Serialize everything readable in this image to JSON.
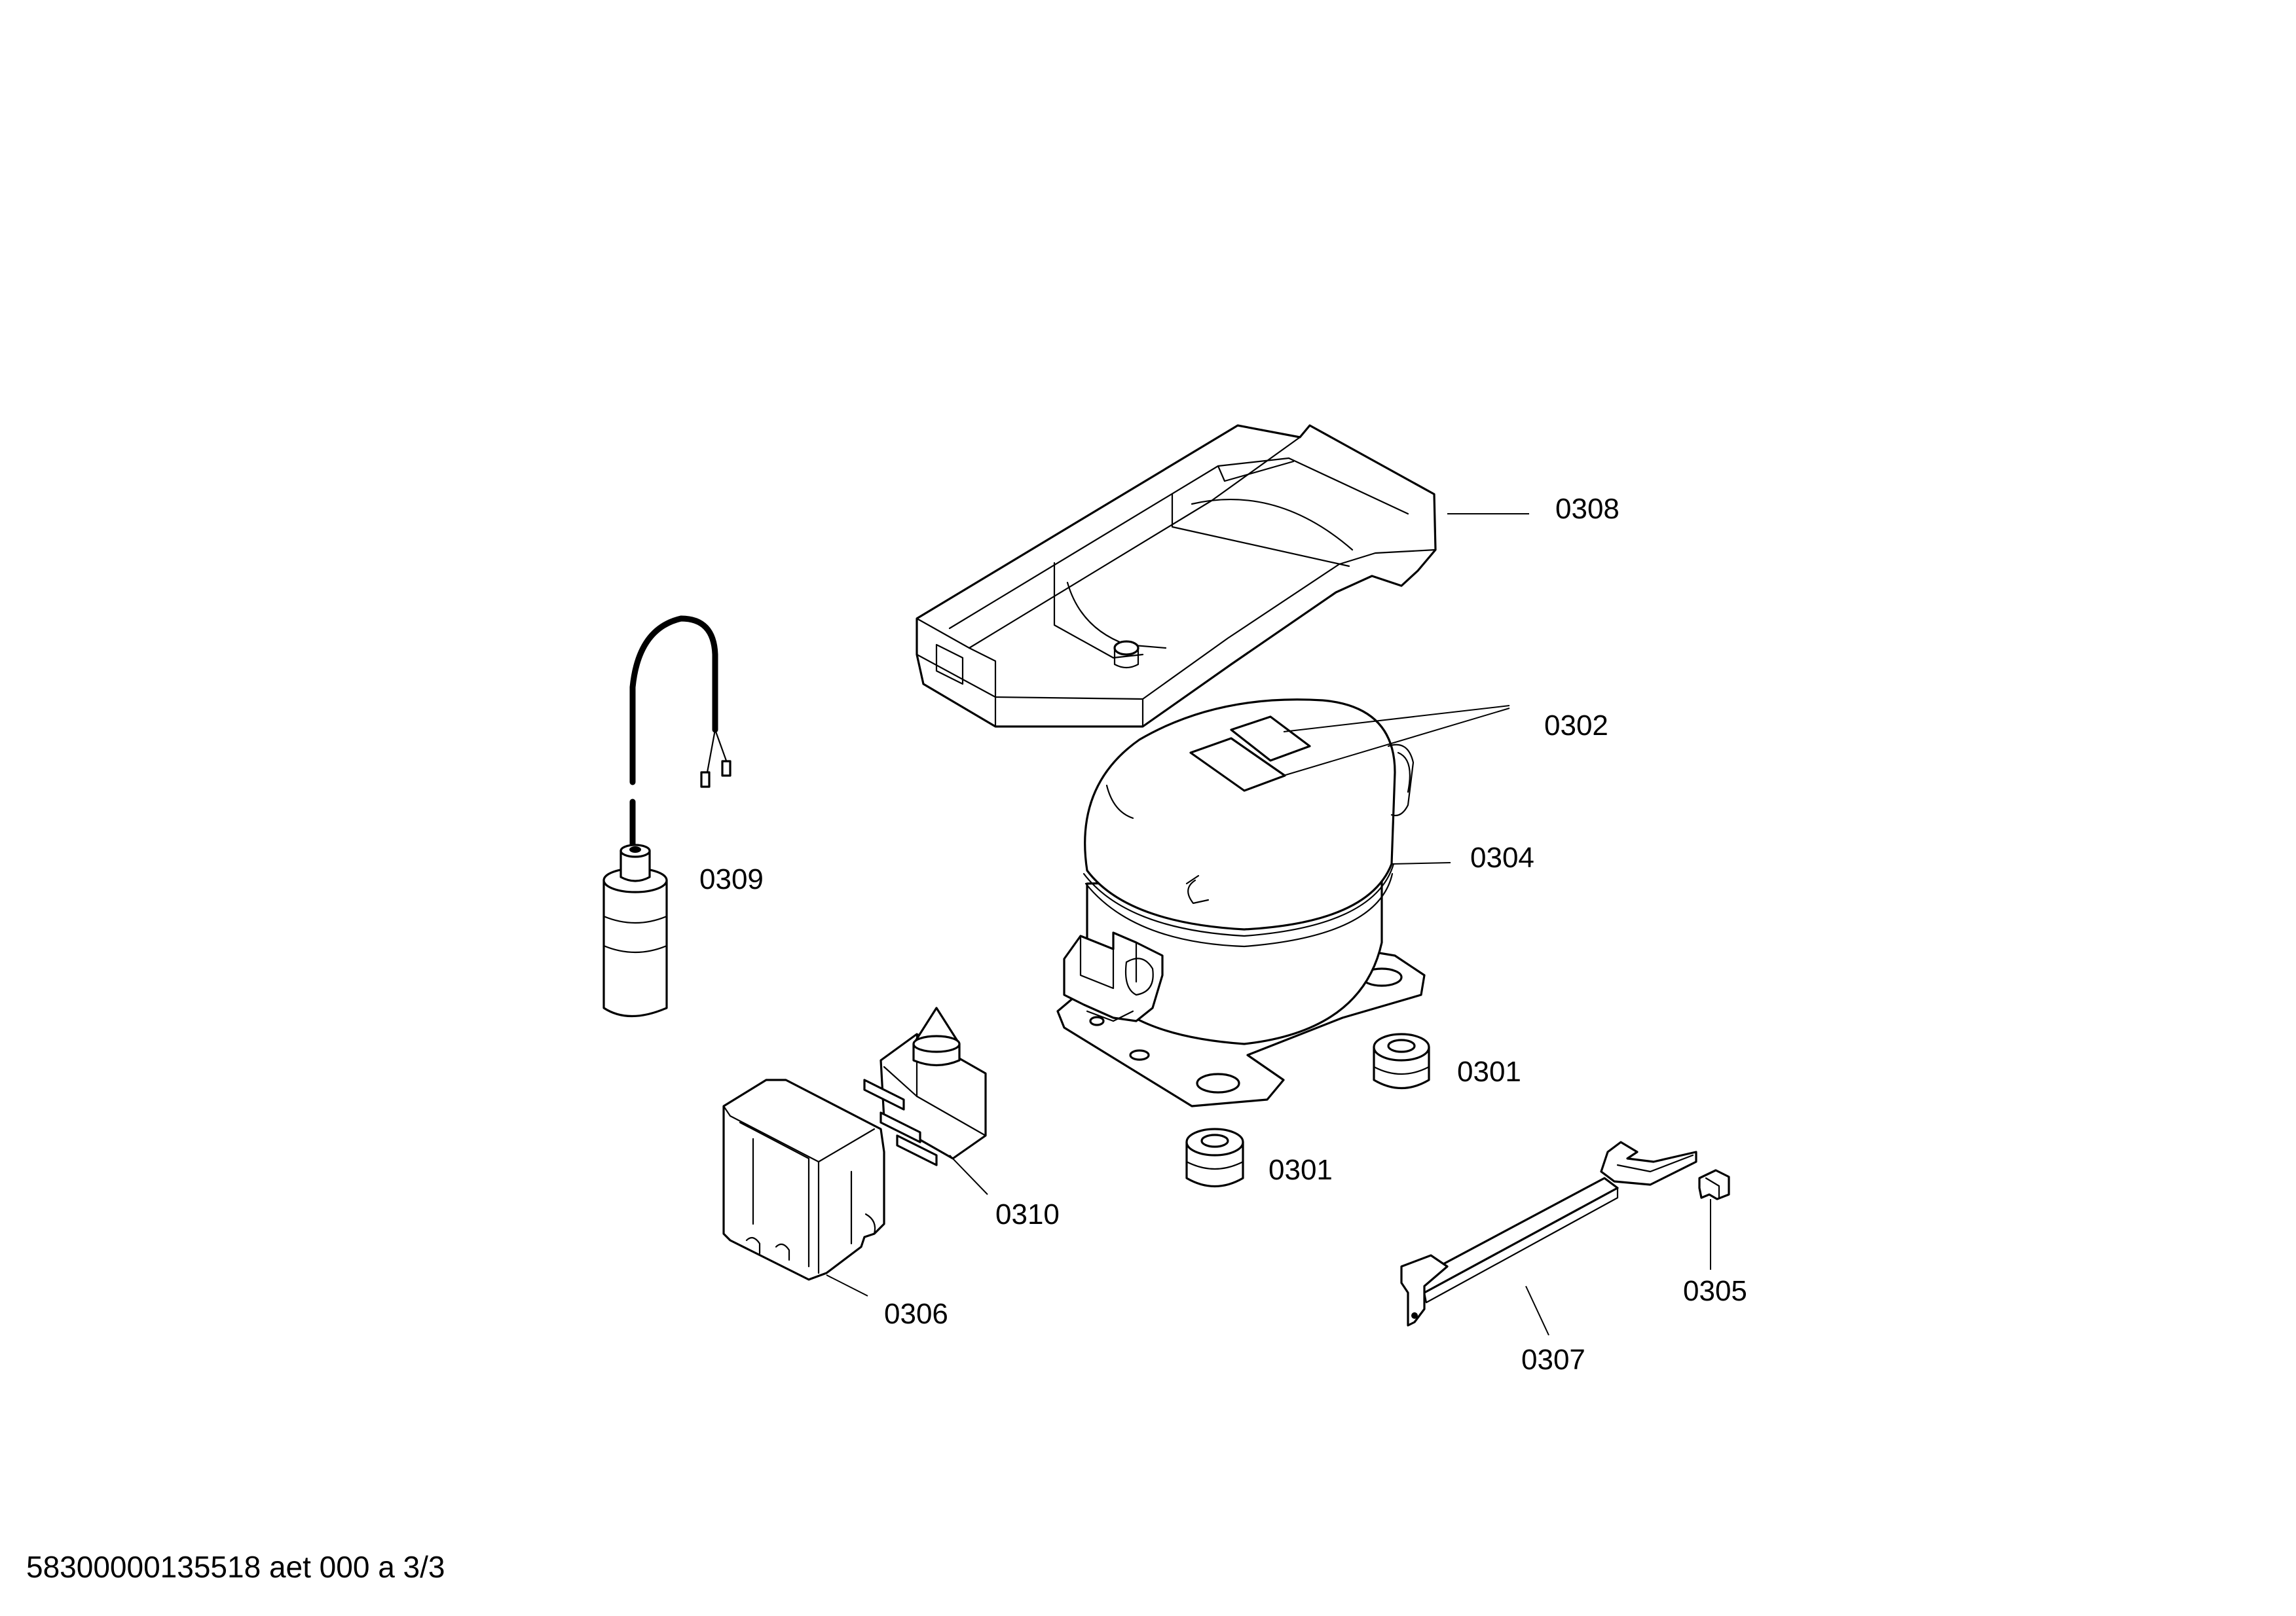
{
  "diagram": {
    "callouts": [
      {
        "id": "c0308",
        "label": "0308"
      },
      {
        "id": "c0302",
        "label": "0302"
      },
      {
        "id": "c0304",
        "label": "0304"
      },
      {
        "id": "c0309",
        "label": "0309"
      },
      {
        "id": "c0301a",
        "label": "0301"
      },
      {
        "id": "c0301b",
        "label": "0301"
      },
      {
        "id": "c0310",
        "label": "0310"
      },
      {
        "id": "c0306",
        "label": "0306"
      },
      {
        "id": "c0305",
        "label": "0305"
      },
      {
        "id": "c0307",
        "label": "0307"
      }
    ],
    "footer": "58300000135518 aet 000 a 3/3"
  }
}
